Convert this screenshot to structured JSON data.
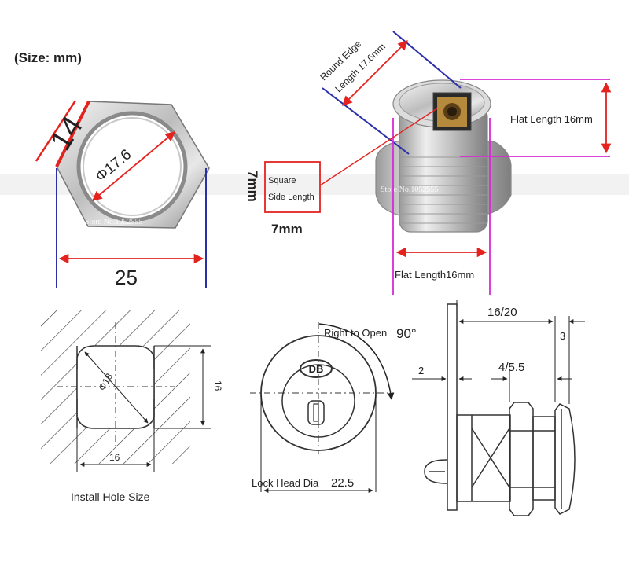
{
  "size_note": "(Size:  mm)",
  "hex_nut": {
    "side_label": "14",
    "bore_label": "Φ17.6",
    "width_label": "25"
  },
  "cam_body": {
    "round_edge_line1": "Round Edge",
    "round_edge_line2": "Length 17.6mm",
    "flat_length_right": "Flat Length 16mm",
    "square_line1": "Square",
    "square_line2": "Side Length",
    "square_vertical": "7mm",
    "square_bottom": "7mm",
    "flat_length_bottom": "Flat Length16mm",
    "watermark_left": "Store No.1052555",
    "watermark_right": "Store No.1052555"
  },
  "install_hole": {
    "dia_label": "Φ18",
    "height_label": "16",
    "width_label": "16",
    "caption": "Install Hole Size"
  },
  "lock_head": {
    "rotation_text": "Right to Open",
    "rotation_angle": "90°",
    "logo_text": "DB",
    "dia_text": "Lock Head Dia",
    "dia_value": "22.5"
  },
  "side_view": {
    "length_label": "16/20",
    "cam_offset_label": "3",
    "flange_label": "2",
    "thread_label": "4/5.5"
  },
  "colors": {
    "dimension_red": "#e4231f",
    "dimension_blue": "#2b2fa8",
    "dimension_magenta": "#d62ad6",
    "metal": "#c9c9c9"
  }
}
